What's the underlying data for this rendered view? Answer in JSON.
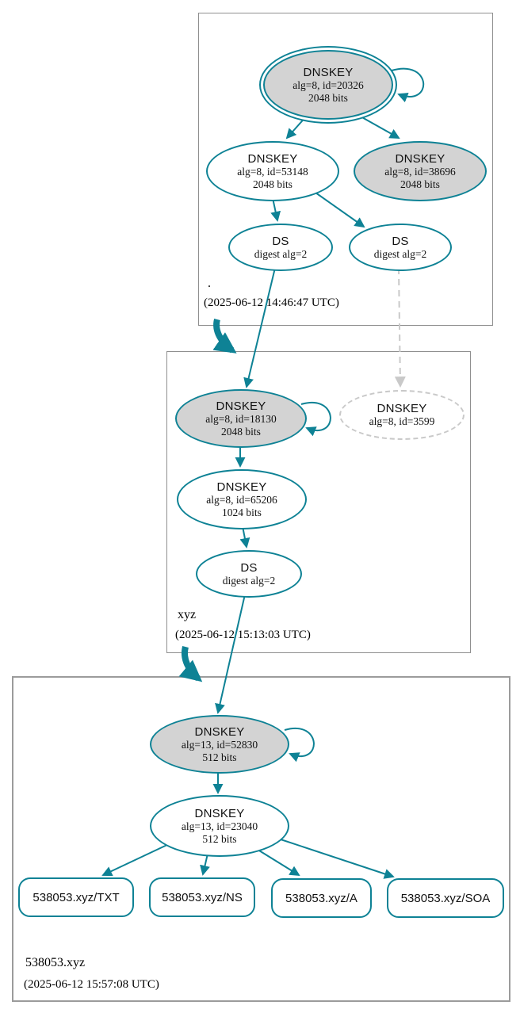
{
  "diagram": {
    "type": "dnssec-authentication-chain-graph",
    "colors": {
      "secure_edge": "#0e8295",
      "node_fill_gray": "#d3d3d3",
      "insecure_gray": "#c9c9c9",
      "zone_box_border": "#9b9b9b",
      "text": "#111111"
    },
    "zones": [
      {
        "label": ".",
        "timestamp": "(2025-06-12 14:46:47 UTC)",
        "nodes": {
          "ksk": {
            "title": "DNSKEY",
            "detail": "alg=8, id=20326",
            "bits": "2048 bits"
          },
          "zsk": {
            "title": "DNSKEY",
            "detail": "alg=8, id=53148",
            "bits": "2048 bits"
          },
          "ksk2": {
            "title": "DNSKEY",
            "detail": "alg=8, id=38696",
            "bits": "2048 bits"
          },
          "ds1": {
            "title": "DS",
            "detail": "digest alg=2"
          },
          "ds2": {
            "title": "DS",
            "detail": "digest alg=2"
          }
        }
      },
      {
        "label": "xyz",
        "timestamp": "(2025-06-12 15:13:03 UTC)",
        "nodes": {
          "ksk": {
            "title": "DNSKEY",
            "detail": "alg=8, id=18130",
            "bits": "2048 bits"
          },
          "missing": {
            "title": "DNSKEY",
            "detail": "alg=8, id=3599"
          },
          "zsk": {
            "title": "DNSKEY",
            "detail": "alg=8, id=65206",
            "bits": "1024 bits"
          },
          "ds": {
            "title": "DS",
            "detail": "digest alg=2"
          }
        }
      },
      {
        "label": "538053.xyz",
        "timestamp": "(2025-06-12 15:57:08 UTC)",
        "nodes": {
          "ksk": {
            "title": "DNSKEY",
            "detail": "alg=13, id=52830",
            "bits": "512 bits"
          },
          "zsk": {
            "title": "DNSKEY",
            "detail": "alg=13, id=23040",
            "bits": "512 bits"
          },
          "rrset_txt": {
            "label": "538053.xyz/TXT"
          },
          "rrset_ns": {
            "label": "538053.xyz/NS"
          },
          "rrset_a": {
            "label": "538053.xyz/A"
          },
          "rrset_soa": {
            "label": "538053.xyz/SOA"
          }
        }
      }
    ]
  }
}
